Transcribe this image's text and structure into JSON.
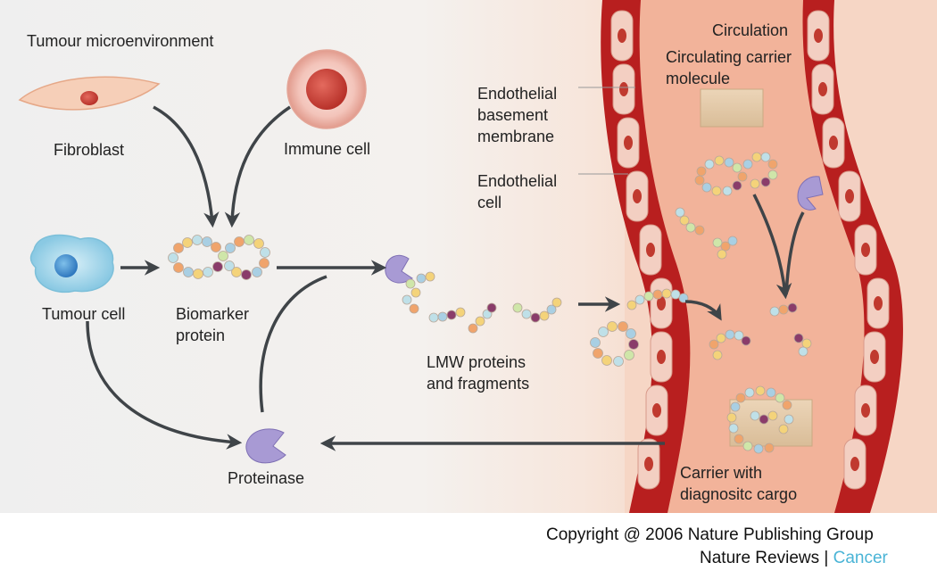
{
  "labels": {
    "microenvironment": "Tumour microenvironment",
    "fibroblast": "Fibroblast",
    "immune_cell": "Immune cell",
    "tumour_cell": "Tumour cell",
    "biomarker_line1": "Biomarker",
    "biomarker_line2": "protein",
    "proteinase": "Proteinase",
    "lmw_line1": "LMW proteins",
    "lmw_line2": "and fragments",
    "circulation": "Circulation",
    "carrier_molecule_line1": "Circulating carrier",
    "carrier_molecule_line2": "molecule",
    "basement_line1": "Endothelial",
    "basement_line2": "basement",
    "basement_line3": "membrane",
    "endo_cell_line1": "Endothelial",
    "endo_cell_line2": "cell",
    "cargo_line1": "Carrier with",
    "cargo_line2": "diagnositc cargo"
  },
  "footer": {
    "copyright": "Copyright @ 2006 Nature Publishing Group",
    "journal": "Nature Reviews",
    "separator": "|",
    "section": "Cancer"
  },
  "colors": {
    "vessel_wall": "#b81f1f",
    "vessel_lumen": "#f2b39a",
    "arrow": "#3f4448",
    "accent": "#4ab4d6"
  }
}
